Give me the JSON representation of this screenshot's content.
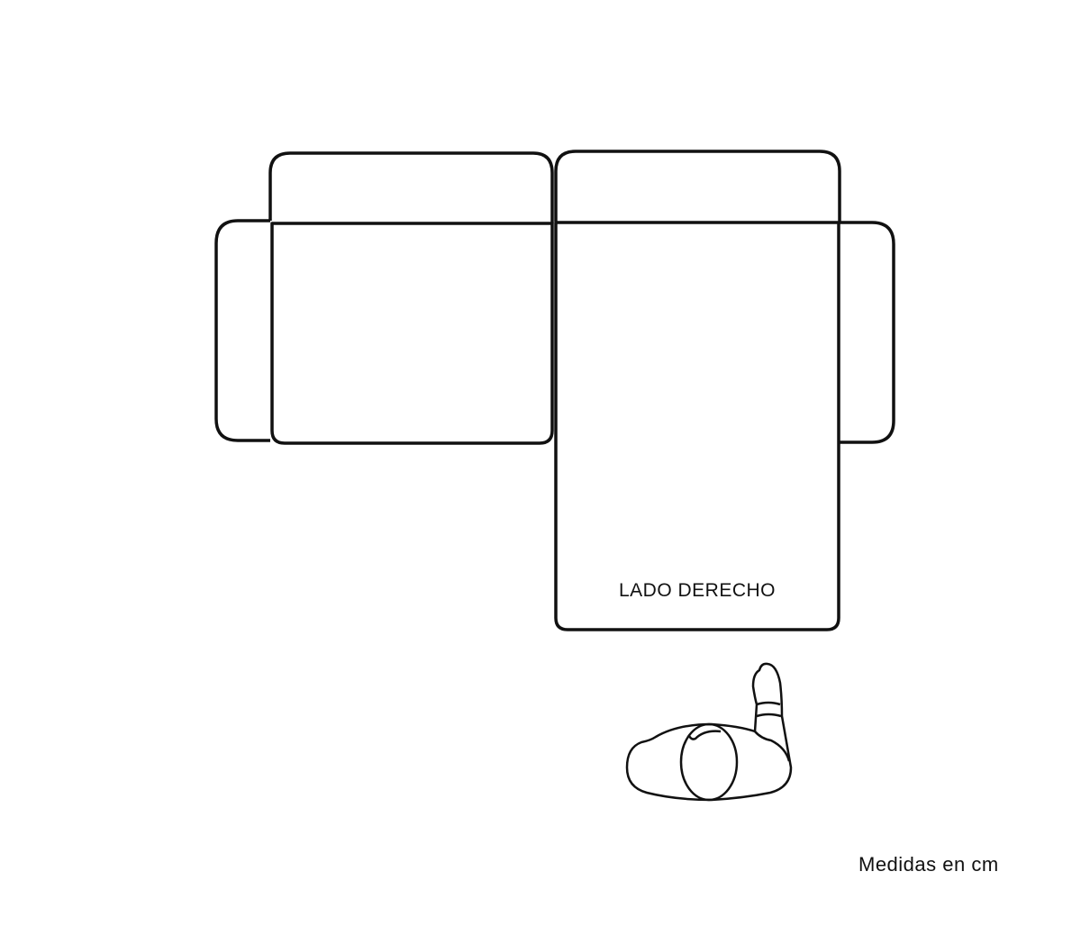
{
  "diagram": {
    "title": "Sofa floor plan with right-side chaise",
    "side_label": "LADO DERECHO",
    "units_note": "Medidas en cm",
    "stroke_color": "#111111",
    "background": "#ffffff"
  }
}
